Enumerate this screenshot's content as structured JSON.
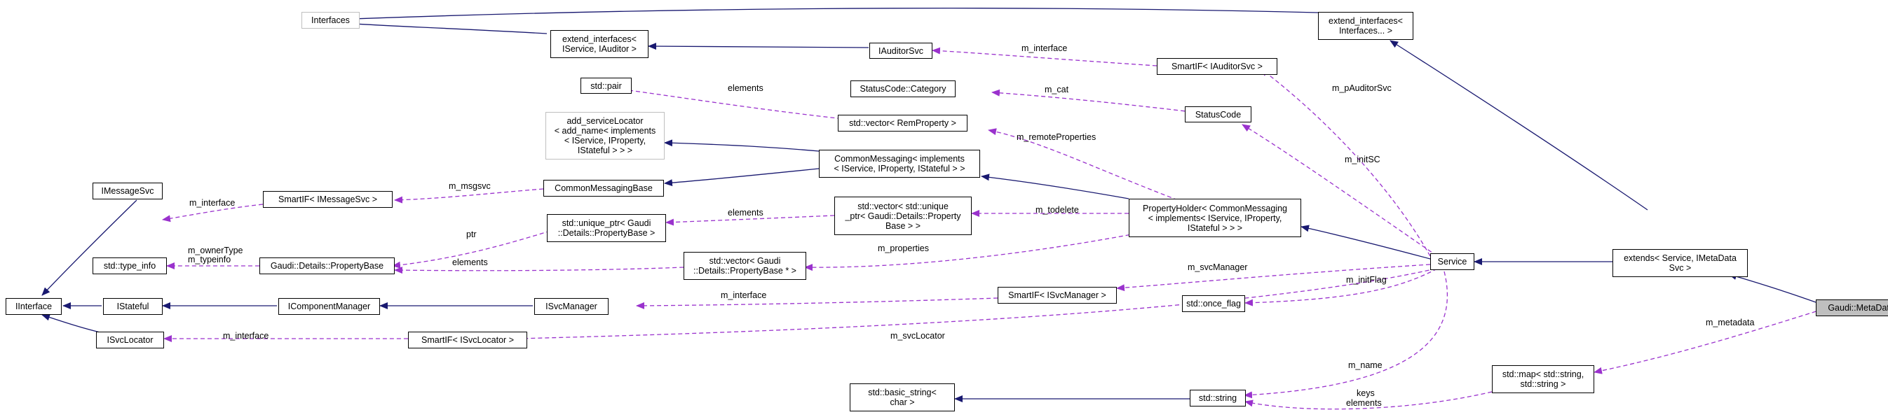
{
  "nodes": {
    "interfaces": "Interfaces",
    "extend_interfaces_isvc_iauditor": "extend_interfaces<\nIService, IAuditor >",
    "extend_interfaces_variadic": "extend_interfaces<\nInterfaces... >",
    "iauditorsvc": "IAuditorSvc",
    "smartif_iauditorsvc": "SmartIF< IAuditorSvc >",
    "std_pair": "std::pair",
    "statuscode_category": "StatusCode::Category",
    "statuscode": "StatusCode",
    "vector_remproperty": "std::vector< RemProperty >",
    "add_servicelocator": "add_serviceLocator\n< add_name< implements\n< IService, IProperty,\nIStateful > > >",
    "commonmessaging": "CommonMessaging< implements\n< IService, IProperty, IStateful > >",
    "smartif_imessagesvc": "SmartIF< IMessageSvc >",
    "commonmessagingbase": "CommonMessagingBase",
    "imessagesvc": "IMessageSvc",
    "unique_ptr_propertybase": "std::unique_ptr< Gaudi\n::Details::PropertyBase >",
    "vector_unique_ptr": "std::vector< std::unique\n_ptr< Gaudi::Details::Property\nBase > >",
    "propertyholder": "PropertyHolder< CommonMessaging\n< implements< IService, IProperty,\nIStateful > > >",
    "std_type_info": "std::type_info",
    "propertybase": "Gaudi::Details::PropertyBase",
    "vector_propertybase_ptr": "std::vector< Gaudi\n::Details::PropertyBase * >",
    "service": "Service",
    "extends_imetadatasvc": "extends< Service, IMetaData\nSvc >",
    "iinterface": "IInterface",
    "istateful": "IStateful",
    "icomponentmanager": "IComponentManager",
    "isvcmanager": "ISvcManager",
    "smartif_isvcmanager": "SmartIF< ISvcManager >",
    "std_once_flag": "std::once_flag",
    "gaudi_metadatasvc": "Gaudi::MetaDataSvc",
    "isvclocator": "ISvcLocator",
    "smartif_isvclocator": "SmartIF< ISvcLocator >",
    "basic_string": "std::basic_string<\nchar >",
    "std_string": "std::string",
    "std_map": "std::map< std::string,\nstd::string >"
  },
  "edge_labels": {
    "m_interface_auditor": "m_interface",
    "elements_pair": "elements",
    "m_cat": "m_cat",
    "m_pAuditorSvc": "m_pAuditorSvc",
    "m_remoteProperties": "m_remoteProperties",
    "m_initSC": "m_initSC",
    "m_interface_msg": "m_interface",
    "m_msgsvc": "m_msgsvc",
    "elements_unique": "elements",
    "ptr": "ptr",
    "m_todelete": "m_todelete",
    "m_ownerType": "m_ownerType",
    "m_typeinfo": "m_typeinfo",
    "elements_props": "elements",
    "m_properties": "m_properties",
    "m_svcManager": "m_svcManager",
    "m_interface_svcmgr": "m_interface",
    "m_initFlag": "m_initFlag",
    "m_svcLocator": "m_svcLocator",
    "m_interface_locator": "m_interface",
    "m_metadata": "m_metadata",
    "m_name": "m_name",
    "keys": "keys",
    "elements_map": "elements"
  },
  "colors": {
    "inheritance": "#191970",
    "usage": "#9a32cd",
    "node_border": "#000000",
    "gray_border": "#bfbfbf",
    "selected_fill": "#bfbfbf"
  },
  "legend_semantics": {
    "solid_navy_arrow": "inheritance",
    "dashed_purple_arrow": "usage"
  }
}
